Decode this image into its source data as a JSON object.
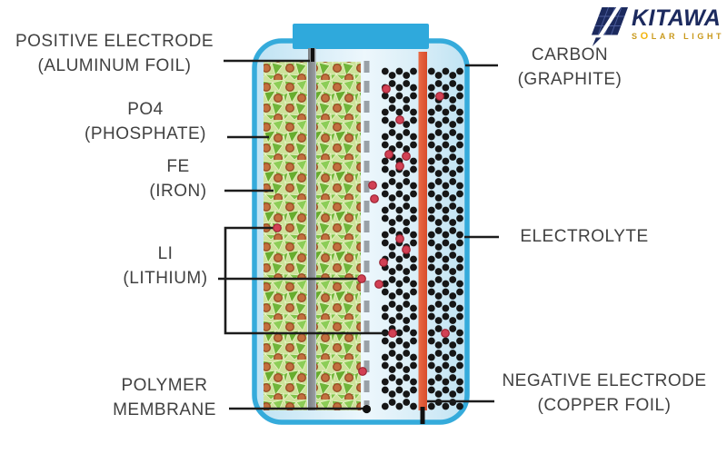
{
  "logo": {
    "name": "KITAWA",
    "tagline_s": "S",
    "tagline_sun": "O",
    "tagline_rest": "LAR LIGHT",
    "colors": {
      "navy": "#1c2a5e",
      "gold": "#c9991b",
      "sun": "#f2b50e"
    }
  },
  "diagram": {
    "labels": {
      "positive_electrode": {
        "line1": "POSITIVE ELECTRODE",
        "line2": "(ALUMINUM FOIL)"
      },
      "po4": {
        "line1": "PO4",
        "line2": "(PHOSPHATE)"
      },
      "fe": {
        "line1": "FE",
        "line2": "(IRON)"
      },
      "li": {
        "line1": "LI",
        "line2": "(LITHIUM)"
      },
      "polymer_membrane": {
        "line1": "POLYMER",
        "line2": "MEMBRANE"
      },
      "carbon": {
        "line1": "CARBON",
        "line2": "(GRAPHITE)"
      },
      "electrolyte": {
        "line1": "ELECTROLYTE"
      },
      "negative_electrode": {
        "line1": "NEGATIVE ELECTRODE",
        "line2": "(COPPER FOIL)"
      }
    },
    "colors": {
      "case_border": "#35abdb",
      "case_fill": "#c9e7f5",
      "terminal": "#2fa9dc",
      "aluminum_foil": "#8b8f92",
      "copper_foil": "#e2583a",
      "graphite": "#161616",
      "lithium_ion": "#d24054",
      "cathode_green": "#7bbf45",
      "iron_phosphate_dot": "#c2703f",
      "membrane": "#99a1a7",
      "label_text": "#414141",
      "connector_line": "#1c1c1c"
    }
  }
}
